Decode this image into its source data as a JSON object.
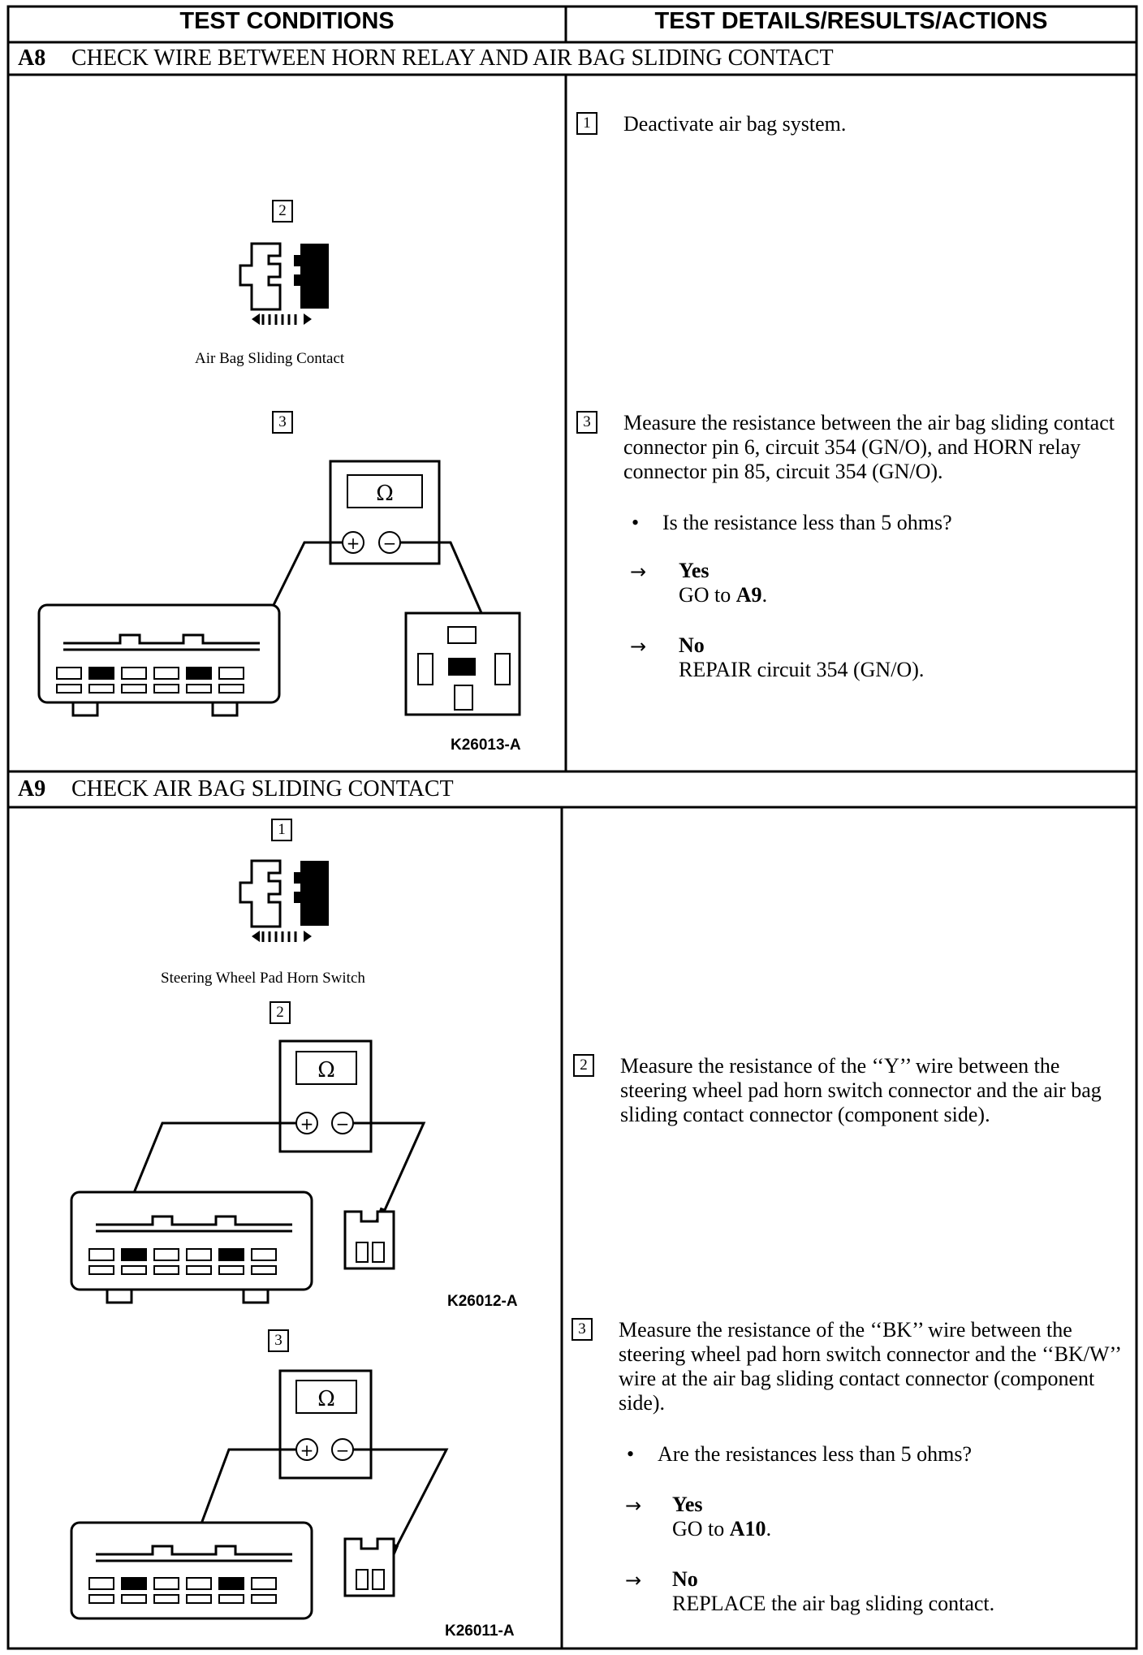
{
  "header": {
    "left": "TEST CONDITIONS",
    "right": "TEST DETAILS/RESULTS/ACTIONS"
  },
  "a8": {
    "code": "A8",
    "title": "CHECK WIRE BETWEEN HORN RELAY AND AIR BAG SLIDING CONTACT",
    "caption_connector": "Air Bag Sliding Contact",
    "figure_id": "K26013-A",
    "box_2": "2",
    "box_3": "3",
    "meter_symbol": "Ω",
    "steps": [
      {
        "box": "1",
        "text": "Deactivate air bag system."
      },
      {
        "box": "3",
        "text": "Measure the resistance between the air bag sliding contact connector pin 6, circuit 354 (GN/O), and HORN relay connector pin 85, circuit 354 (GN/O)."
      }
    ],
    "question": "Is the resistance less than 5 ohms?",
    "yes_label": "Yes",
    "yes_action": "GO to",
    "yes_target": "A9",
    "no_label": "No",
    "no_action": "REPAIR circuit 354 (GN/O)."
  },
  "a9": {
    "code": "A9",
    "title": "CHECK AIR BAG SLIDING CONTACT",
    "caption_connector": "Steering Wheel Pad Horn Switch",
    "figure_id_1": "K26012-A",
    "figure_id_2": "K26011-A",
    "box_1": "1",
    "box_2": "2",
    "box_3": "3",
    "meter_symbol": "Ω",
    "steps": [
      {
        "box": "2",
        "text": "Measure the resistance of the ‘‘Y’’ wire between the steering wheel pad horn switch connector and the air bag sliding contact connector (component side)."
      },
      {
        "box": "3",
        "text": "Measure the resistance of the ‘‘BK’’ wire between the steering wheel pad horn switch connector and the ‘‘BK/W’’ wire at the air bag sliding contact connector (component side)."
      }
    ],
    "question": "Are the resistances less than 5 ohms?",
    "yes_label": "Yes",
    "yes_action": "GO to",
    "yes_target": "A10",
    "no_label": "No",
    "no_action": "REPLACE the air bag sliding contact."
  },
  "symbols": {
    "bullet": "•",
    "arrow": "→",
    "plus": "+",
    "minus": "−"
  }
}
